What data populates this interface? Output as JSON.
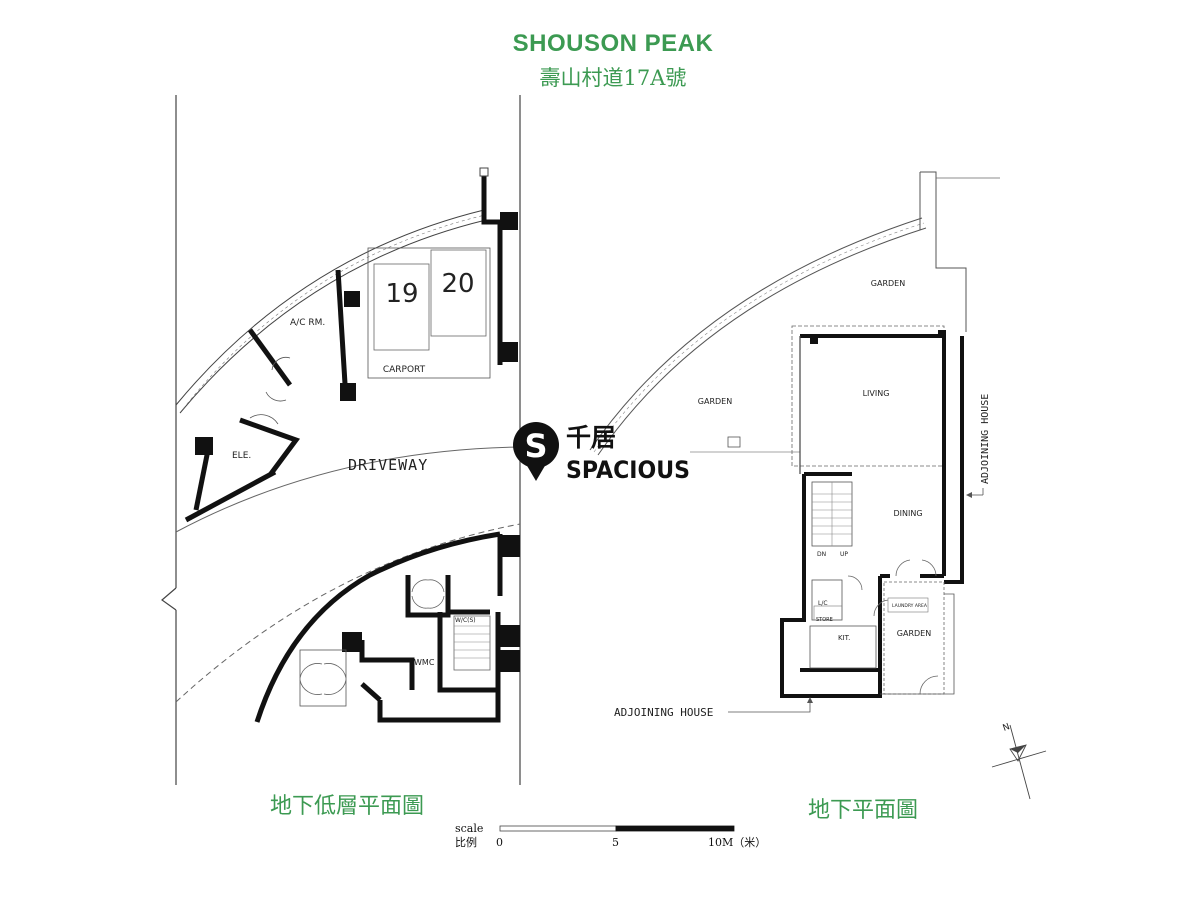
{
  "header": {
    "title_en": "SHOUSON PEAK",
    "title_zh": "壽山村道17A號"
  },
  "colors": {
    "title_green": "#3c9a52",
    "label_green": "#3c9a52",
    "wall": "#111111",
    "line": "#555555",
    "logo": "#111111"
  },
  "plan_left": {
    "label": "地下低層平面圖",
    "rooms": {
      "driveway": "DRIVEWAY",
      "ac_room": "A/C RM.",
      "ele": "ELE.",
      "carport": "CARPORT",
      "wmc": "WMC",
      "fwc": "W/C(S)"
    },
    "parking": [
      "19",
      "20"
    ]
  },
  "plan_right": {
    "label": "地下平面圖",
    "rooms": {
      "garden_top": "GARDEN",
      "garden_mid": "GARDEN",
      "garden_small": "GARDEN",
      "living": "LIVING",
      "dining": "DINING",
      "kit": "KIT.",
      "lav": "L/C",
      "store": "STORE",
      "dn": "DN",
      "up": "UP",
      "laundry": "LAUNDRY AREA"
    },
    "adjoining_side": "ADJOINING HOUSE",
    "adjoining_bottom": "ADJOINING HOUSE"
  },
  "logo": {
    "letter": "S",
    "zh": "千居",
    "en": "SPACIOUS"
  },
  "scale": {
    "label_en": "scale",
    "label_zh": "比例",
    "tick_0": "0",
    "tick_5": "5",
    "tick_10": "10M（米）"
  },
  "compass": {
    "label": "N"
  }
}
